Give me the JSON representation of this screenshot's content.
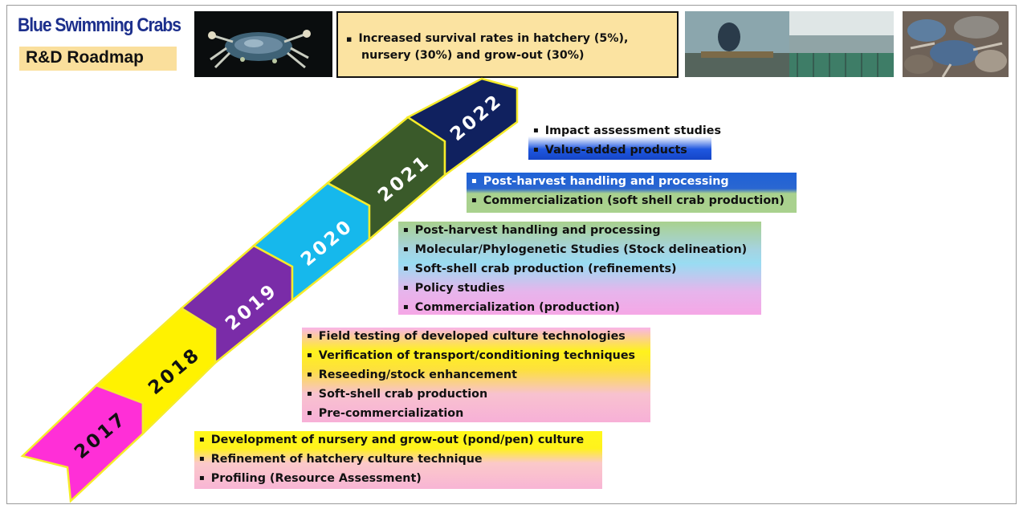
{
  "header": {
    "title": "Blue Swimming Crabs",
    "subtitle": "R&D Roadmap"
  },
  "goal": {
    "bullet": "▪",
    "line1": "Increased survival rates in hatchery (5%),",
    "line2": "nursery (30%) and grow-out (30%)"
  },
  "photos": [
    "crab-photo",
    "pond-pen-culture-photo",
    "crab-catch-photo"
  ],
  "years": [
    {
      "label": "2017",
      "color": "#ff2fd7"
    },
    {
      "label": "2018",
      "color": "#fff200"
    },
    {
      "label": "2019",
      "color": "#7a2ca8"
    },
    {
      "label": "2020",
      "color": "#16b8ec"
    },
    {
      "label": "2021",
      "color": "#3a5a2a"
    },
    {
      "label": "2022",
      "color": "#10215f"
    }
  ],
  "activities": {
    "y2017": [
      "Development of nursery and grow-out (pond/pen) culture",
      "Refinement of hatchery culture technique",
      "Profiling (Resource Assessment)"
    ],
    "y2018": [
      "Field testing of developed culture technologies",
      "Verification of transport/conditioning techniques",
      "Reseeding/stock enhancement",
      "Soft-shell crab production",
      "Pre-commercialization"
    ],
    "y2020": [
      "Post-harvest handling and processing",
      "Molecular/Phylogenetic Studies (Stock delineation)",
      "Soft-shell crab production (refinements)",
      "Policy studies",
      "Commercialization (production)"
    ],
    "y2021": [
      "Post-harvest handling and processing",
      "Commercialization (soft shell crab production)"
    ],
    "y2022": [
      "Impact assessment studies",
      "Value-added products"
    ]
  },
  "bullet": "▪"
}
